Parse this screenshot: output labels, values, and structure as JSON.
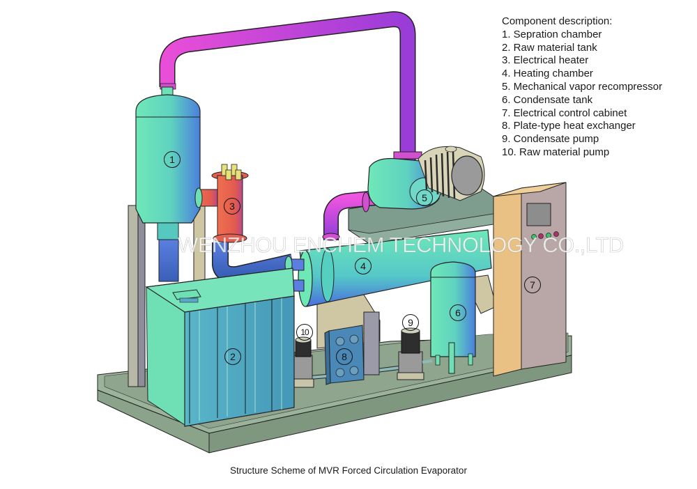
{
  "diagram": {
    "title": "Structure Scheme of MVR Forced Circulation Evaporator",
    "watermark": "WENZHOU ENCHEM TECHNOLOGY CO.,LTD",
    "legend": {
      "heading": "Component description:",
      "items": [
        {
          "number": "1",
          "label": "1. Sepration chamber"
        },
        {
          "number": "2",
          "label": "2. Raw material tank"
        },
        {
          "number": "3",
          "label": "3. Electrical heater"
        },
        {
          "number": "4",
          "label": "4. Heating chamber"
        },
        {
          "number": "5",
          "label": "5. Mechanical vapor recompressor"
        },
        {
          "number": "6",
          "label": "6. Condensate tank"
        },
        {
          "number": "7",
          "label": "7. Electrical control cabinet"
        },
        {
          "number": "8",
          "label": "8. Plate-type heat exchanger"
        },
        {
          "number": "9",
          "label": "9. Condensate pump"
        },
        {
          "number": "10",
          "label": "10. Raw material pump"
        }
      ]
    },
    "callouts": [
      {
        "id": "1",
        "text": "1"
      },
      {
        "id": "2",
        "text": "2"
      },
      {
        "id": "3",
        "text": "3"
      },
      {
        "id": "4",
        "text": "4"
      },
      {
        "id": "5",
        "text": "5"
      },
      {
        "id": "6",
        "text": "6"
      },
      {
        "id": "7",
        "text": "7"
      },
      {
        "id": "8",
        "text": "8"
      },
      {
        "id": "9",
        "text": "9"
      },
      {
        "id": "10",
        "text": "10"
      }
    ],
    "colors": {
      "vapor_pipe": "#d23fd6",
      "vessel_teal": "#6fe0b6",
      "vessel_blue": "#4a8fd8",
      "heater_red": "#e2604f",
      "heater_rods": "#e8e07a",
      "base_frame": "#8fa58e",
      "cabinet_face": "#b9a6a6",
      "cabinet_side": "#e9c184",
      "support_beige": "#cfc7a4",
      "motor_dark": "#2e2e2e",
      "tank_panel": "#4fa7c0"
    }
  }
}
